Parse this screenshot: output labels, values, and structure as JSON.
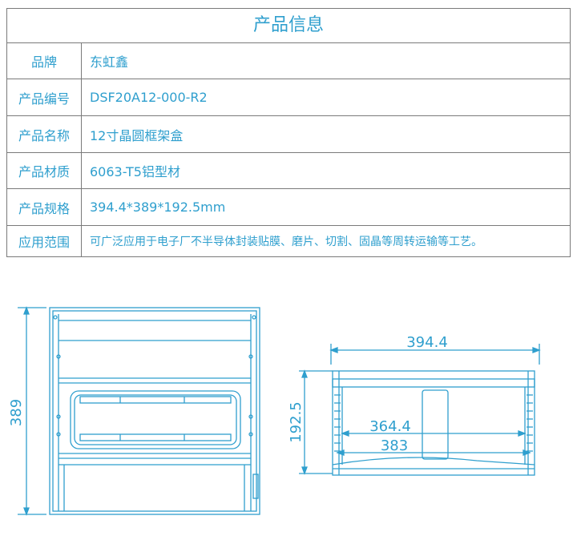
{
  "table": {
    "title": "产品信息",
    "rows": [
      {
        "label": "品牌",
        "value": "东虹鑫"
      },
      {
        "label": "产品编号",
        "value": "DSF20A12-000-R2"
      },
      {
        "label": "产品名称",
        "value": "12寸晶圆框架盒"
      },
      {
        "label": "产品材质",
        "value": "6063-T5铝型材"
      },
      {
        "label": "产品规格",
        "value": "394.4*389*192.5mm"
      },
      {
        "label": "应用范围",
        "value": "可广泛应用于电子厂不半导体封装贴膜、磨片、切割、固晶等周转运输等工艺。"
      }
    ]
  },
  "drawing": {
    "front_height": "389",
    "side_width": "394.4",
    "side_height": "192.5",
    "inner_width": "364.4",
    "outer_width": "383"
  },
  "colors": {
    "line": "#2f9fce",
    "border": "#7a7a7a"
  }
}
